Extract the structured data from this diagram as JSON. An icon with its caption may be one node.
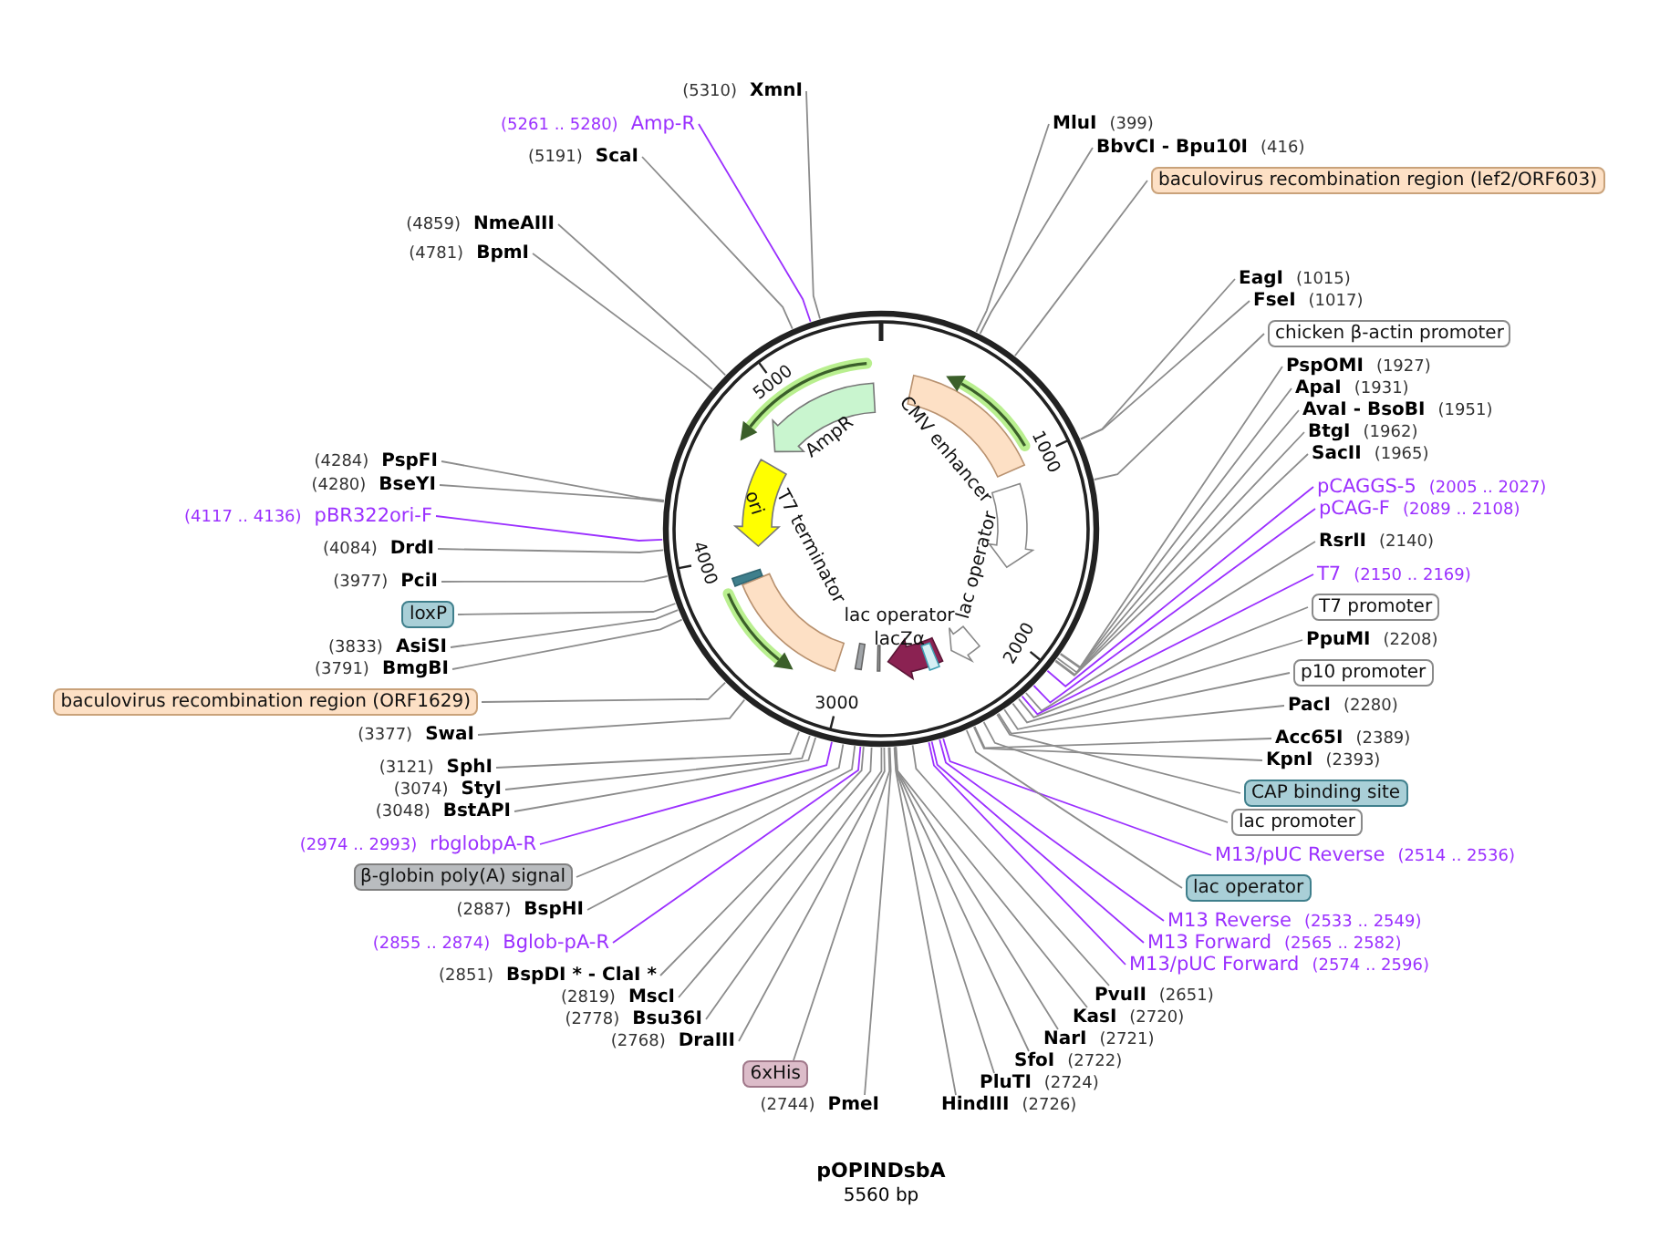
{
  "diagram": {
    "title": "pOPINDsbA",
    "caption": "5560 bp",
    "nodes": [
      {
        "text": [
          "MluI",
          "(399)"
        ]
      },
      {
        "text": [
          "BbvCI - Bpu10I",
          "(416)"
        ]
      },
      {
        "text": [
          "baculovirus recombination region (lef2/ORF603)"
        ]
      },
      {
        "text": [
          "EagI",
          "(1015)"
        ]
      },
      {
        "text": [
          "FseI",
          "(1017)"
        ]
      },
      {
        "text": [
          "chicken β-actin promoter"
        ]
      },
      {
        "text": [
          "PspOMI",
          "(1927)"
        ]
      },
      {
        "text": [
          "ApaI",
          "(1931)"
        ]
      },
      {
        "text": [
          "AvaI - BsoBI",
          "(1951)"
        ]
      },
      {
        "text": [
          "BtgI",
          "(1962)"
        ]
      },
      {
        "text": [
          "SacII",
          "(1965)"
        ]
      },
      {
        "text": [
          "pCAGGS-5",
          "(2005 .. 2027)"
        ]
      },
      {
        "text": [
          "pCAG-F",
          "(2089 .. 2108)"
        ]
      },
      {
        "text": [
          "RsrII",
          "(2140)"
        ]
      },
      {
        "text": [
          "T7",
          "(2150 .. 2169)"
        ]
      },
      {
        "text": [
          "T7 promoter"
        ]
      },
      {
        "text": [
          "PpuMI",
          "(2208)"
        ]
      },
      {
        "text": [
          "p10 promoter"
        ]
      },
      {
        "text": [
          "PacI",
          "(2280)"
        ]
      },
      {
        "text": [
          "Acc65I",
          "(2389)"
        ]
      },
      {
        "text": [
          "KpnI",
          "(2393)"
        ]
      },
      {
        "text": [
          "CAP binding site"
        ]
      },
      {
        "text": [
          "lac promoter"
        ]
      },
      {
        "text": [
          "M13/pUC Reverse",
          "(2514 .. 2536)"
        ]
      },
      {
        "text": [
          "lac operator"
        ]
      },
      {
        "text": [
          "M13 Reverse",
          "(2533 .. 2549)"
        ]
      },
      {
        "text": [
          "M13 Forward",
          "(2565 .. 2582)"
        ]
      },
      {
        "text": [
          "M13/pUC Forward",
          "(2574 .. 2596)"
        ]
      },
      {
        "text": [
          "PvuII",
          "(2651)"
        ]
      },
      {
        "text": [
          "KasI",
          "(2720)"
        ]
      },
      {
        "text": [
          "NarI",
          "(2721)"
        ]
      },
      {
        "text": [
          "SfoI",
          "(2722)"
        ]
      },
      {
        "text": [
          "PluTI",
          "(2724)"
        ]
      },
      {
        "text": [
          "HindIII",
          "(2726)"
        ]
      },
      {
        "text": [
          "(2744)",
          "PmeI"
        ]
      },
      {
        "text": [
          "6xHis"
        ]
      },
      {
        "text": [
          "(2768)",
          "DraIII"
        ]
      },
      {
        "text": [
          "(2778)",
          "Bsu36I"
        ]
      },
      {
        "text": [
          "(2819)",
          "MscI"
        ]
      },
      {
        "text": [
          "(2851)",
          "BspDI * - ClaI *"
        ]
      },
      {
        "text": [
          "(2855 .. 2874)",
          "Bglob-pA-R"
        ]
      },
      {
        "text": [
          "(2887)",
          "BspHI"
        ]
      },
      {
        "text": [
          "β-globin poly(A) signal"
        ]
      },
      {
        "text": [
          "(2974 .. 2993)",
          "rbglobpA-R"
        ]
      },
      {
        "text": [
          "(3048)",
          "BstAPI"
        ]
      },
      {
        "text": [
          "(3074)",
          "StyI"
        ]
      },
      {
        "text": [
          "(3121)",
          "SphI"
        ]
      },
      {
        "text": [
          "(3377)",
          "SwaI"
        ]
      },
      {
        "text": [
          "baculovirus recombination region (ORF1629)"
        ]
      },
      {
        "text": [
          "(3791)",
          "BmgBI"
        ]
      },
      {
        "text": [
          "(3833)",
          "AsiSI"
        ]
      },
      {
        "text": [
          "loxP"
        ]
      },
      {
        "text": [
          "(3977)",
          "PciI"
        ]
      },
      {
        "text": [
          "(4084)",
          "DrdI"
        ]
      },
      {
        "text": [
          "(4117 .. 4136)",
          "pBR322ori-F"
        ]
      },
      {
        "text": [
          "(4280)",
          "BseYI"
        ]
      },
      {
        "text": [
          "(4284)",
          "PspFI"
        ]
      },
      {
        "text": [
          "(4781)",
          "BpmI"
        ]
      },
      {
        "text": [
          "(4859)",
          "NmeAIII"
        ]
      },
      {
        "text": [
          "(5191)",
          "ScaI"
        ]
      },
      {
        "text": [
          "(5261 .. 5280)",
          "Amp-R"
        ]
      },
      {
        "text": [
          "(5310)",
          "XmnI"
        ]
      },
      {
        "text": [],
        "shape": "circle"
      },
      {
        "text": [
          "AmpR"
        ],
        "in": 62
      },
      {
        "text": [
          "ori"
        ],
        "in": 62
      },
      {
        "text": [
          "CMV enhancer"
        ],
        "in": 62
      },
      {
        "text": [
          "lac operator"
        ],
        "in": 62
      },
      {
        "text": [
          "T7 terminator"
        ],
        "in": 62
      },
      {
        "text": [
          "lac operator"
        ],
        "in": 62
      },
      {
        "text": [
          "lacZα"
        ],
        "in": 62
      }
    ],
    "edges": [
      {
        "from": 0,
        "to": 62,
        "arrow": "none"
      },
      {
        "from": 1,
        "to": 62,
        "arrow": "none"
      },
      {
        "from": 2,
        "to": 62,
        "arrow": "none"
      },
      {
        "from": 3,
        "to": 62,
        "arrow": "none"
      },
      {
        "from": 4,
        "to": 62,
        "arrow": "none"
      },
      {
        "from": 5,
        "to": 62,
        "arrow": "none"
      },
      {
        "from": 6,
        "to": 62,
        "arrow": "none"
      },
      {
        "from": 7,
        "to": 62,
        "arrow": "none"
      },
      {
        "from": 8,
        "to": 62,
        "arrow": "none"
      },
      {
        "from": 9,
        "to": 62,
        "arrow": "none"
      },
      {
        "from": 10,
        "to": 62,
        "arrow": "none"
      },
      {
        "from": 11,
        "to": 62,
        "arrow": "none",
        "color": "#9b30ff"
      },
      {
        "from": 12,
        "to": 62,
        "arrow": "none",
        "color": "#9b30ff"
      },
      {
        "from": 13,
        "to": 62,
        "arrow": "none"
      },
      {
        "from": 14,
        "to": 62,
        "arrow": "none",
        "color": "#9b30ff"
      },
      {
        "from": 15,
        "to": 62,
        "arrow": "none"
      },
      {
        "from": 16,
        "to": 62,
        "arrow": "none"
      },
      {
        "from": 17,
        "to": 62,
        "arrow": "none"
      },
      {
        "from": 18,
        "to": 62,
        "arrow": "none"
      },
      {
        "from": 19,
        "to": 62,
        "arrow": "none"
      },
      {
        "from": 20,
        "to": 62,
        "arrow": "none"
      },
      {
        "from": 21,
        "to": 62,
        "arrow": "none"
      },
      {
        "from": 22,
        "to": 62,
        "arrow": "none"
      },
      {
        "from": 23,
        "to": 62,
        "arrow": "none",
        "color": "#9b30ff"
      },
      {
        "from": 24,
        "to": 62,
        "arrow": "none"
      },
      {
        "from": 25,
        "to": 62,
        "arrow": "none",
        "color": "#9b30ff"
      },
      {
        "from": 26,
        "to": 62,
        "arrow": "none",
        "color": "#9b30ff"
      },
      {
        "from": 27,
        "to": 62,
        "arrow": "none",
        "color": "#9b30ff"
      },
      {
        "from": 28,
        "to": 62,
        "arrow": "none"
      },
      {
        "from": 29,
        "to": 62,
        "arrow": "none"
      },
      {
        "from": 30,
        "to": 62,
        "arrow": "none"
      },
      {
        "from": 31,
        "to": 62,
        "arrow": "none"
      },
      {
        "from": 32,
        "to": 62,
        "arrow": "none"
      },
      {
        "from": 33,
        "to": 62,
        "arrow": "none"
      },
      {
        "from": 34,
        "to": 62,
        "arrow": "none"
      },
      {
        "from": 35,
        "to": 62,
        "arrow": "none"
      },
      {
        "from": 36,
        "to": 62,
        "arrow": "none"
      },
      {
        "from": 37,
        "to": 62,
        "arrow": "none"
      },
      {
        "from": 38,
        "to": 62,
        "arrow": "none"
      },
      {
        "from": 39,
        "to": 62,
        "arrow": "none"
      },
      {
        "from": 40,
        "to": 62,
        "arrow": "none",
        "color": "#9b30ff"
      },
      {
        "from": 41,
        "to": 62,
        "arrow": "none"
      },
      {
        "from": 42,
        "to": 62,
        "arrow": "none"
      },
      {
        "from": 43,
        "to": 62,
        "arrow": "none",
        "color": "#9b30ff"
      },
      {
        "from": 44,
        "to": 62,
        "arrow": "none"
      },
      {
        "from": 45,
        "to": 62,
        "arrow": "none"
      },
      {
        "from": 46,
        "to": 62,
        "arrow": "none"
      },
      {
        "from": 47,
        "to": 62,
        "arrow": "none"
      },
      {
        "from": 48,
        "to": 62,
        "arrow": "none"
      },
      {
        "from": 49,
        "to": 62,
        "arrow": "none"
      },
      {
        "from": 50,
        "to": 62,
        "arrow": "none"
      },
      {
        "from": 51,
        "to": 62,
        "arrow": "none"
      },
      {
        "from": 52,
        "to": 62,
        "arrow": "none"
      },
      {
        "from": 53,
        "to": 62,
        "arrow": "none"
      },
      {
        "from": 54,
        "to": 62,
        "arrow": "none",
        "color": "#9b30ff"
      },
      {
        "from": 55,
        "to": 62,
        "arrow": "none"
      },
      {
        "from": 56,
        "to": 62,
        "arrow": "none"
      },
      {
        "from": 57,
        "to": 62,
        "arrow": "none"
      },
      {
        "from": 58,
        "to": 62,
        "arrow": "none"
      },
      {
        "from": 59,
        "to": 62,
        "arrow": "none"
      },
      {
        "from": 60,
        "to": 62,
        "arrow": "none",
        "color": "#9b30ff"
      },
      {
        "from": 61,
        "to": 62,
        "arrow": "none"
      }
    ],
    "labels": [
      "1000",
      "2000",
      "3000",
      "4000",
      "5000"
    ]
  }
}
